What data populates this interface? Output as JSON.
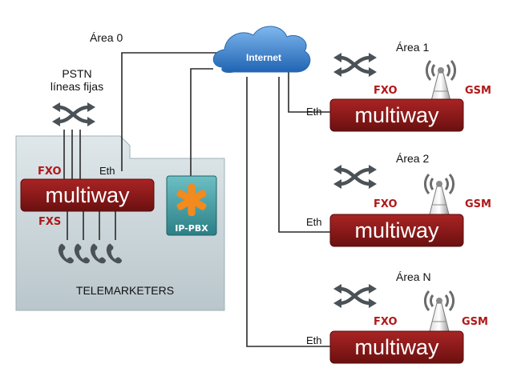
{
  "labels": {
    "area0": "Área 0",
    "internet": "Internet",
    "pstn": "PSTN",
    "lineas_fijas": "líneas fijas",
    "telemarketers": "TELEMARKETERS",
    "ippbx": "IP-PBX",
    "fxo": "FXO",
    "fxs": "FXS",
    "eth": "Eth",
    "gsm": "GSM",
    "brand": "multiway"
  },
  "areas": [
    {
      "name": "Área 1"
    },
    {
      "name": "Área 2"
    },
    {
      "name": "Área N"
    }
  ],
  "colors": {
    "brand_red": "#8b1a1a",
    "label_red": "#b01818",
    "cloud_blue": "#2e78c8",
    "pbx_teal": "#3d9aa0",
    "asterisk_orange": "#f28a1e",
    "panel_gray": "#c9d4d8"
  }
}
